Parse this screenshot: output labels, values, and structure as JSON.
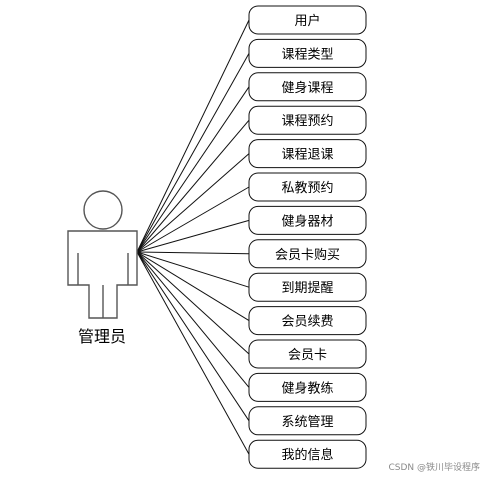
{
  "actor": {
    "label": "管理员"
  },
  "use_cases": [
    {
      "id": "user",
      "label": "用户"
    },
    {
      "id": "course-type",
      "label": "课程类型"
    },
    {
      "id": "fitness-course",
      "label": "健身课程"
    },
    {
      "id": "course-booking",
      "label": "课程预约"
    },
    {
      "id": "course-withdraw",
      "label": "课程退课"
    },
    {
      "id": "private-training-booking",
      "label": "私教预约"
    },
    {
      "id": "fitness-equipment",
      "label": "健身器材"
    },
    {
      "id": "membership-card-purchase",
      "label": "会员卡购买"
    },
    {
      "id": "expiry-reminder",
      "label": "到期提醒"
    },
    {
      "id": "membership-renewal",
      "label": "会员续费"
    },
    {
      "id": "membership-card",
      "label": "会员卡"
    },
    {
      "id": "fitness-coach",
      "label": "健身教练"
    },
    {
      "id": "system-management",
      "label": "系统管理"
    },
    {
      "id": "my-info",
      "label": "我的信息"
    }
  ],
  "watermark": {
    "text": "CSDN @铁川毕设程序"
  }
}
